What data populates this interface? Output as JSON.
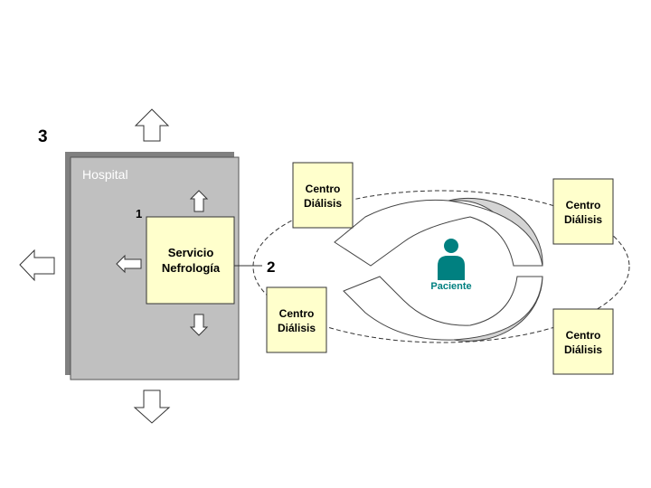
{
  "labels": {
    "step_3": "3",
    "step_1": "1",
    "step_2": "2",
    "hospital": "Hospital",
    "servicio_line1": "Servicio",
    "servicio_line2": "Nefrología",
    "paciente": "Paciente",
    "centro_line1": "Centro",
    "centro_line2": "Diálisis"
  },
  "colors": {
    "hospital_fill": "#c0c0c0",
    "hospital_shadow": "#808080",
    "box_fill": "#ffffcc",
    "patient_color": "#008080",
    "cycle_gray": "#d4d4d4"
  }
}
